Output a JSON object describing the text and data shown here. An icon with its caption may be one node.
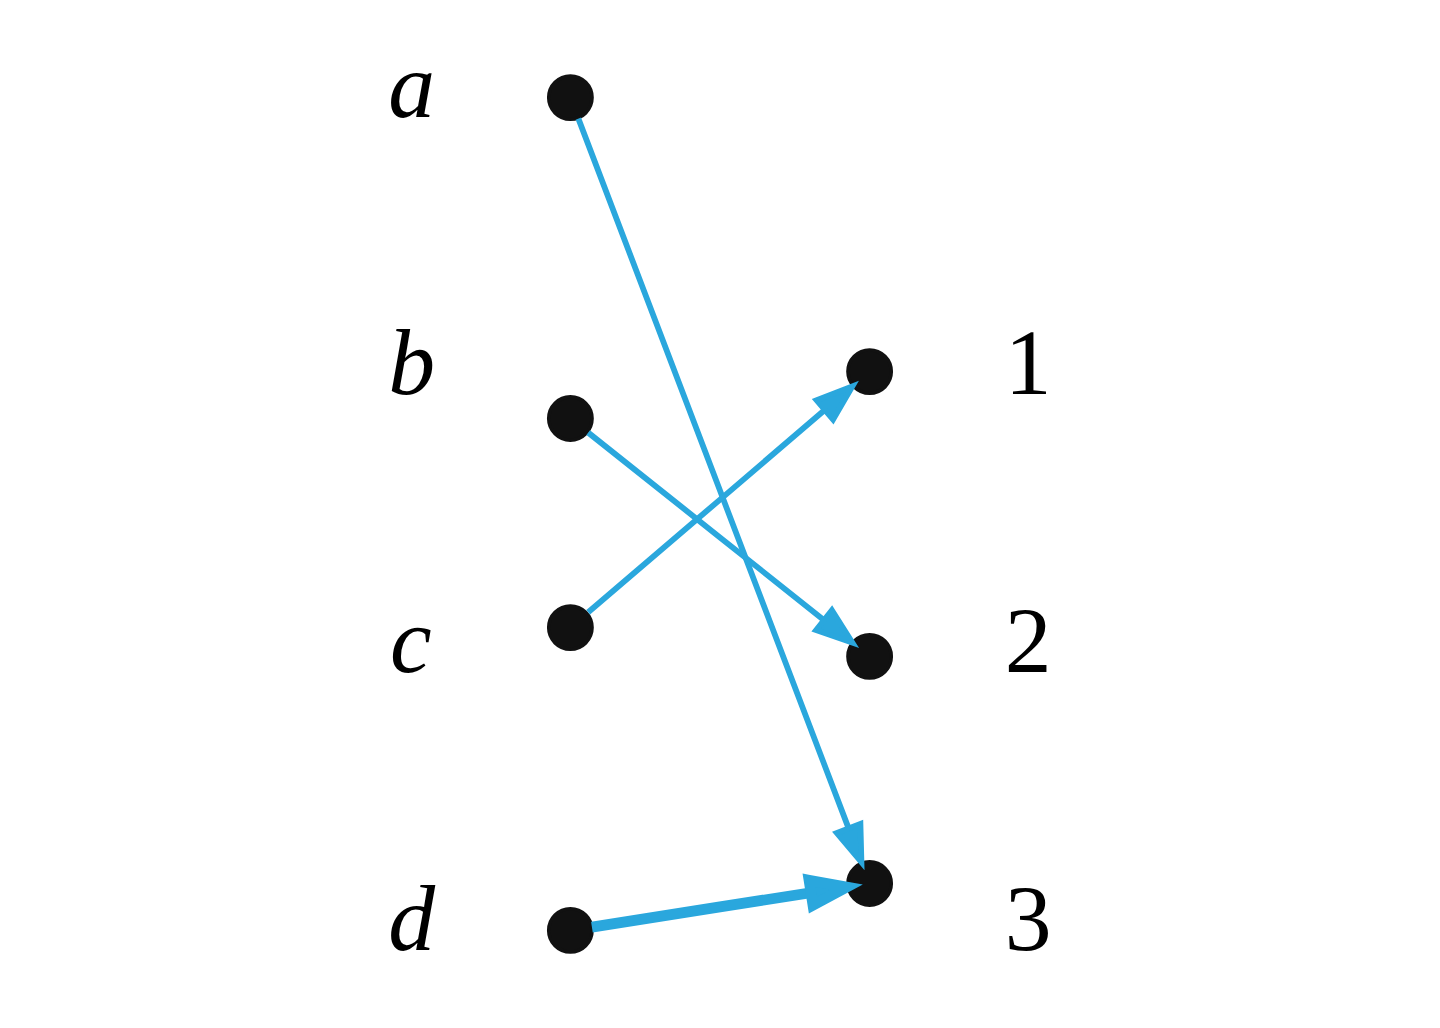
{
  "diagram": {
    "nodes": [
      {
        "text": [],
        "shape": "circle",
        "beside": [
          "a"
        ]
      },
      {
        "text": [],
        "shape": "circle",
        "beside": [
          "b"
        ]
      },
      {
        "text": [],
        "shape": "circle",
        "beside": [
          "c"
        ]
      },
      {
        "text": [],
        "shape": "circle",
        "beside": [
          "d"
        ]
      },
      {
        "text": [],
        "shape": "circle",
        "beside": [
          "1"
        ]
      },
      {
        "text": [],
        "shape": "circle",
        "beside": [
          "2"
        ]
      },
      {
        "text": [],
        "shape": "circle",
        "beside": [
          "3"
        ]
      }
    ],
    "edges": [
      {
        "from": 0,
        "to": 6,
        "arrow": "to",
        "color": "#2aa7dd"
      },
      {
        "from": 1,
        "to": 5,
        "arrow": "to",
        "color": "#2aa7dd"
      },
      {
        "from": 2,
        "to": 4,
        "arrow": "to",
        "color": "#2aa7dd"
      },
      {
        "from": 3,
        "to": 6,
        "arrow": "to",
        "color": "#2aa7dd",
        "style": "thick"
      }
    ]
  }
}
